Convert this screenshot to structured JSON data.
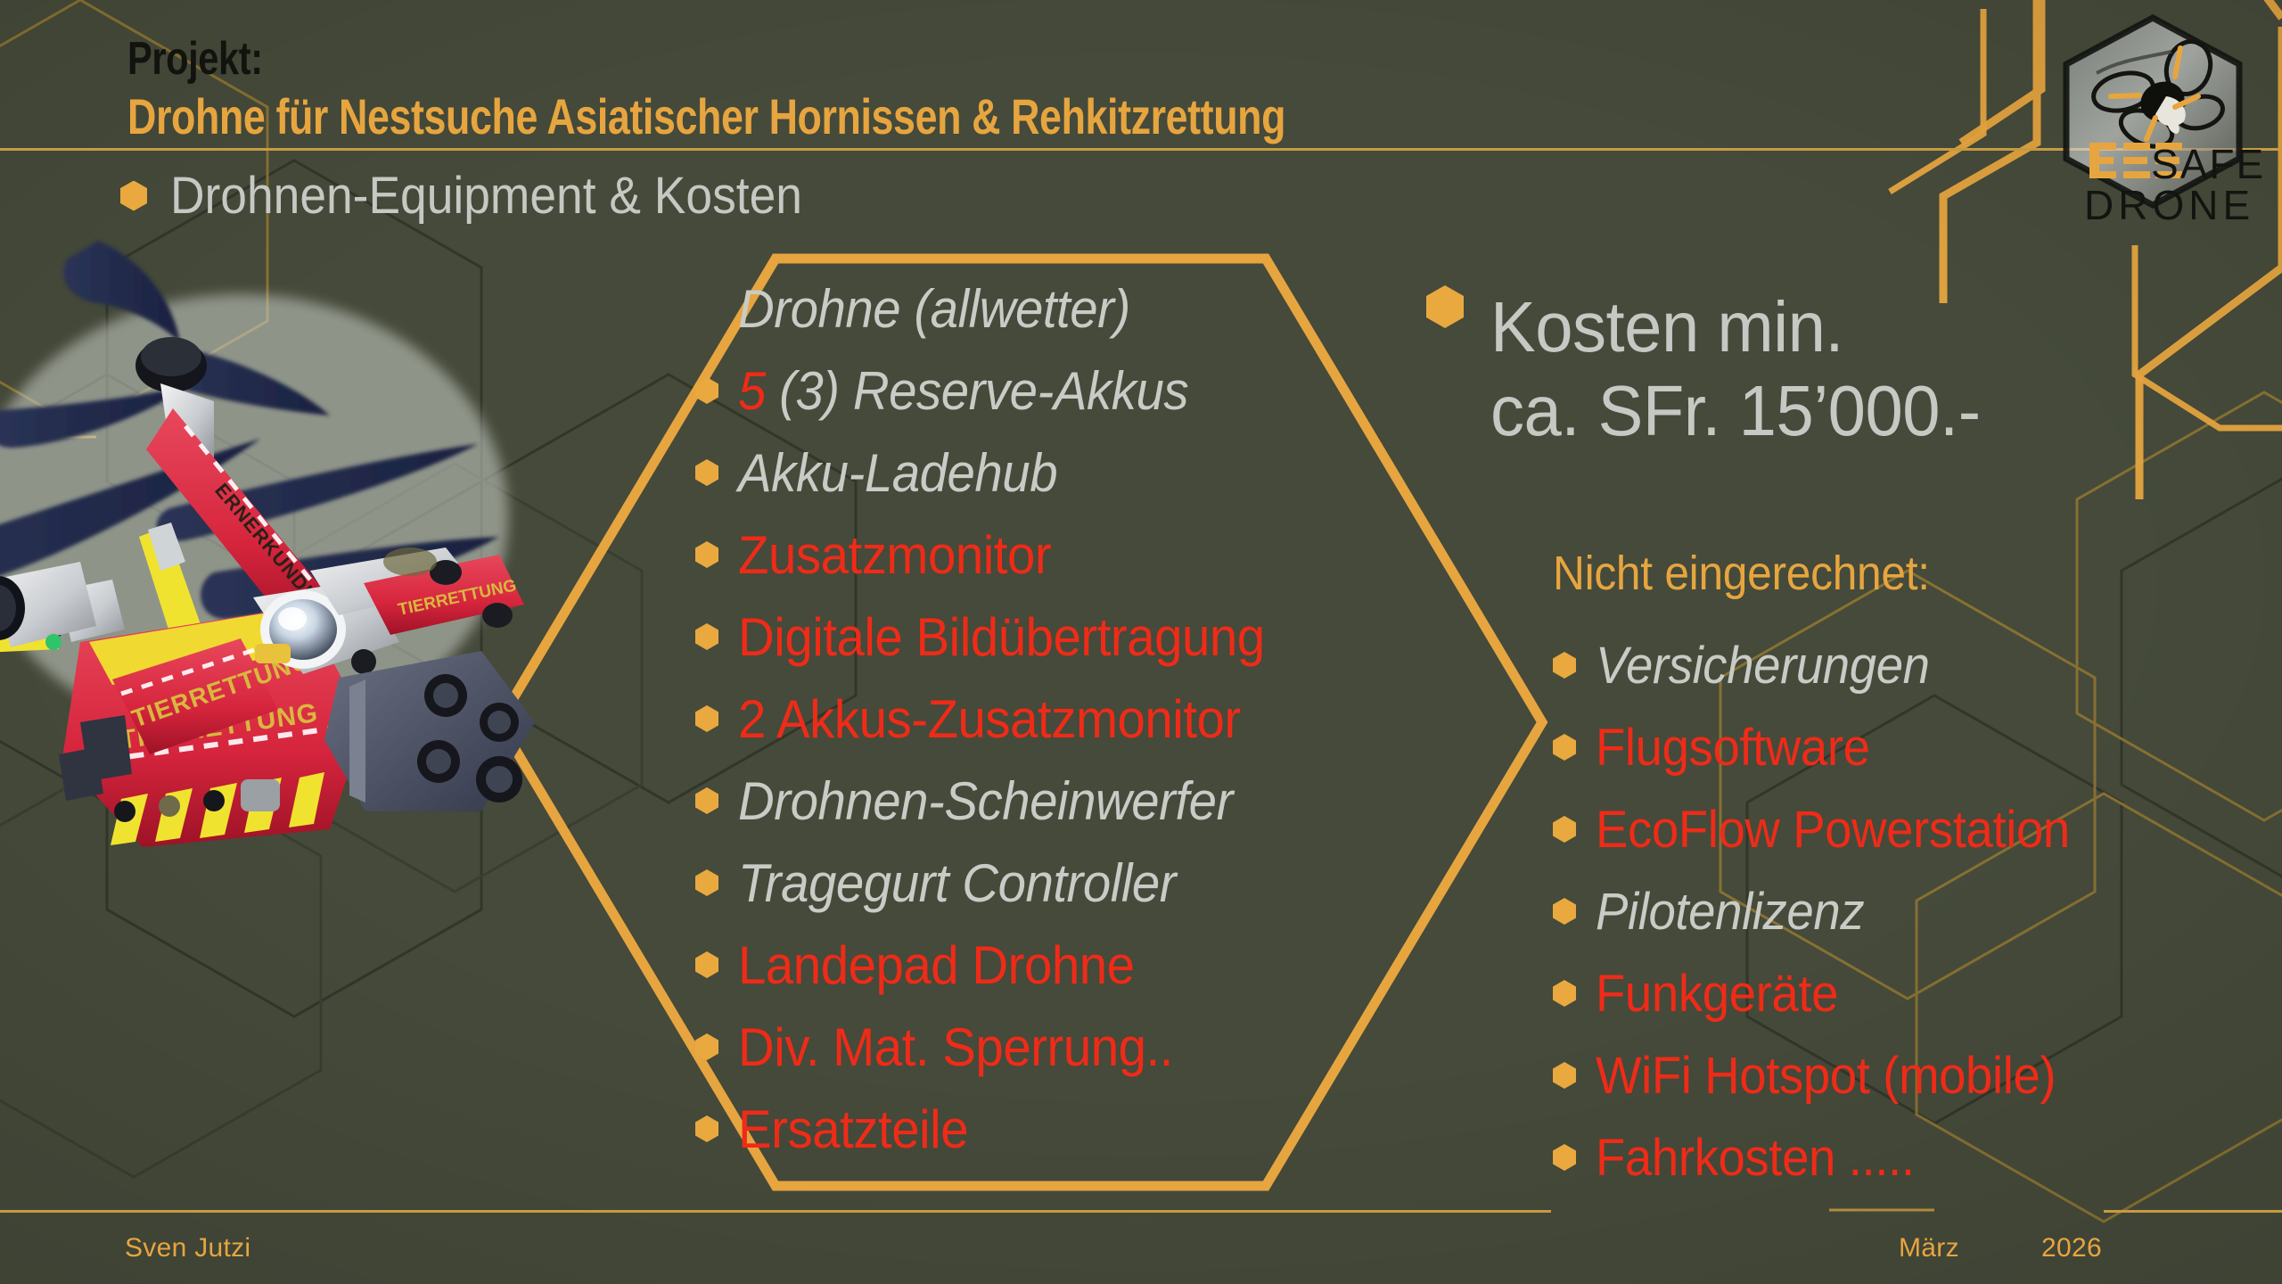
{
  "slide": {
    "background_color": "#454a3a",
    "accent_color": "#e7a53f",
    "highlight_color": "#ef2b18",
    "muted_text_color": "#c9cbc6"
  },
  "header": {
    "project_label": "Projekt:",
    "project_title": "Drohne für Nestsuche Asiatischer Hornissen & Rehkitzrettung",
    "section_heading": "Drohnen-Equipment & Kosten"
  },
  "equipment": {
    "items": [
      {
        "text": "Drohne (allwetter)",
        "style": "gray-italic",
        "bullet": false
      },
      {
        "prefix": "5",
        "text": " (3) Reserve-Akkus",
        "style": "gray-italic",
        "prefix_style": "red-italic",
        "bullet": true
      },
      {
        "text": "Akku-Ladehub",
        "style": "gray-italic",
        "bullet": true
      },
      {
        "text": "Zusatzmonitor",
        "style": "red",
        "bullet": true
      },
      {
        "text": "Digitale Bildübertragung",
        "style": "red",
        "bullet": true
      },
      {
        "text": "2 Akkus-Zusatzmonitor",
        "style": "red",
        "bullet": true
      },
      {
        "text": "Drohnen-Scheinwerfer",
        "style": "gray-italic",
        "bullet": true
      },
      {
        "text": "Tragegurt Controller",
        "style": "gray-italic",
        "bullet": true
      },
      {
        "text": "Landepad Drohne",
        "style": "red",
        "bullet": true
      },
      {
        "text": "Div. Mat. Sperrung..",
        "style": "red",
        "bullet": true
      },
      {
        "text": "Ersatzteile",
        "style": "red",
        "bullet": true
      }
    ]
  },
  "costs": {
    "line1": "Kosten min.",
    "line2": "ca. SFr. 15’000.-",
    "not_included_heading": "Nicht eingerechnet:",
    "not_included": [
      {
        "text": "Versicherungen",
        "style": "gray-italic"
      },
      {
        "text": "Flugsoftware",
        "style": "red"
      },
      {
        "text": "EcoFlow Powerstation",
        "style": "red"
      },
      {
        "text": "Pilotenlizenz",
        "style": "gray-italic"
      },
      {
        "text": "Funkgeräte",
        "style": "red"
      },
      {
        "text": "WiFi Hotspot (mobile)",
        "style": "red"
      },
      {
        "text": "Fahrkosten .....",
        "style": "red"
      }
    ]
  },
  "logo": {
    "word1": "BEE",
    "word2": "SAFE",
    "word3": "DRONE"
  },
  "drone_image": {
    "marking_1": "TIERRETTUNG",
    "marking_2": "TIERRETTUNG",
    "marking_3": "ERNERKUNDUNG",
    "marking_4": "G"
  },
  "footer": {
    "author": "Sven Jutzi",
    "month": "März",
    "year": "2026"
  }
}
